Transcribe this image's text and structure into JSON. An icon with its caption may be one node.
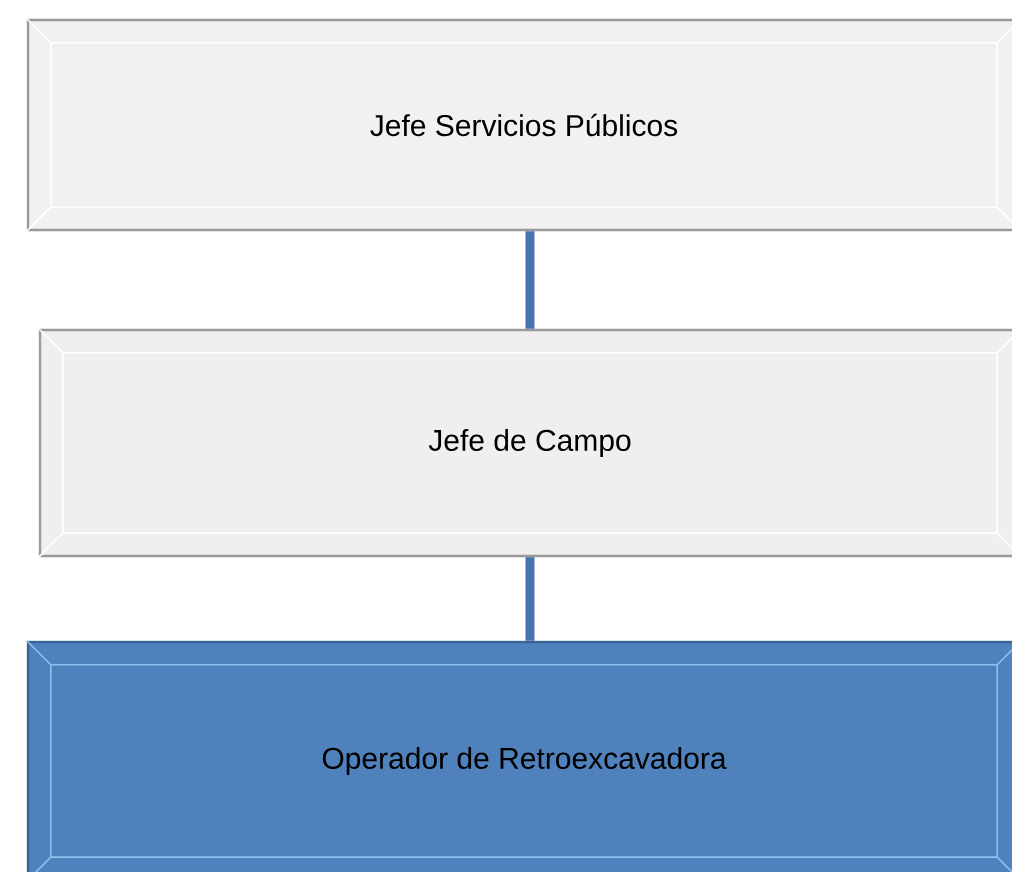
{
  "diagram": {
    "nodes": [
      {
        "text": [
          "Jefe Servicios Públicos"
        ]
      },
      {
        "text": [
          "Jefe de Campo"
        ]
      },
      {
        "text": [
          "Operador de Retroexcavadora"
        ]
      }
    ],
    "edges": [
      {
        "from": 0,
        "to": 1,
        "arrow": "none"
      },
      {
        "from": 1,
        "to": 2,
        "arrow": "none"
      }
    ]
  }
}
